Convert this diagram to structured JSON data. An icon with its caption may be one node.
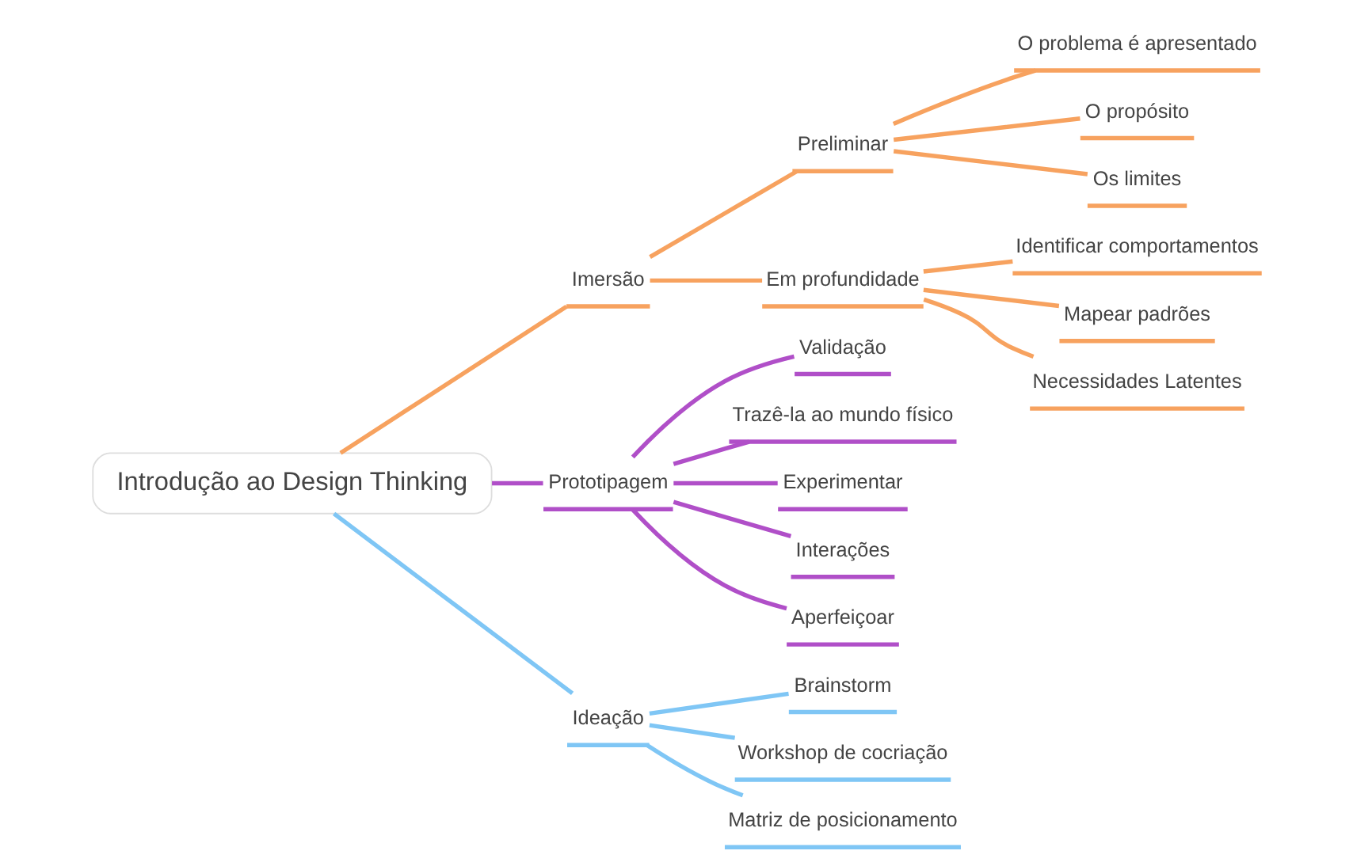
{
  "diagram": {
    "nodes": [
      {
        "text": [
          "Introdução ao Design Thinking"
        ]
      },
      {
        "text": [
          "Imersão"
        ]
      },
      {
        "text": [
          "Preliminar"
        ]
      },
      {
        "text": [
          "O problema é apresentado"
        ]
      },
      {
        "text": [
          "O propósito"
        ]
      },
      {
        "text": [
          "Os limites"
        ]
      },
      {
        "text": [
          "Em profundidade"
        ]
      },
      {
        "text": [
          "Identificar comportamentos"
        ]
      },
      {
        "text": [
          "Mapear padrões"
        ]
      },
      {
        "text": [
          "Necessidades Latentes"
        ]
      },
      {
        "text": [
          "Prototipagem"
        ]
      },
      {
        "text": [
          "Validação"
        ]
      },
      {
        "text": [
          "Trazê-la ao mundo físico"
        ]
      },
      {
        "text": [
          "Experimentar"
        ]
      },
      {
        "text": [
          "Interações"
        ]
      },
      {
        "text": [
          "Aperfeiçoar"
        ]
      },
      {
        "text": [
          "Ideação"
        ]
      },
      {
        "text": [
          "Brainstorm"
        ]
      },
      {
        "text": [
          "Workshop de cocriação"
        ]
      },
      {
        "text": [
          "Matriz de posicionamento"
        ]
      }
    ],
    "edges": [
      {
        "from": 0,
        "to": 1,
        "arrow": "none"
      },
      {
        "from": 1,
        "to": 2,
        "arrow": "none"
      },
      {
        "from": 2,
        "to": 3,
        "arrow": "none"
      },
      {
        "from": 2,
        "to": 4,
        "arrow": "none"
      },
      {
        "from": 2,
        "to": 5,
        "arrow": "none"
      },
      {
        "from": 1,
        "to": 6,
        "arrow": "none"
      },
      {
        "from": 6,
        "to": 7,
        "arrow": "none"
      },
      {
        "from": 6,
        "to": 8,
        "arrow": "none"
      },
      {
        "from": 6,
        "to": 9,
        "arrow": "none"
      },
      {
        "from": 0,
        "to": 10,
        "arrow": "none",
        "color": "#b04fc8"
      },
      {
        "from": 10,
        "to": 11,
        "arrow": "none",
        "color": "#b04fc8"
      },
      {
        "from": 10,
        "to": 12,
        "arrow": "none",
        "color": "#b04fc8"
      },
      {
        "from": 10,
        "to": 13,
        "arrow": "none",
        "color": "#b04fc8"
      },
      {
        "from": 10,
        "to": 14,
        "arrow": "none",
        "color": "#b04fc8"
      },
      {
        "from": 10,
        "to": 15,
        "arrow": "none",
        "color": "#b04fc8"
      },
      {
        "from": 0,
        "to": 16,
        "arrow": "none",
        "color": "#7fc6f5"
      },
      {
        "from": 16,
        "to": 17,
        "arrow": "none",
        "color": "#7fc6f5"
      },
      {
        "from": 16,
        "to": 18,
        "arrow": "none",
        "color": "#7fc6f5"
      },
      {
        "from": 16,
        "to": 19,
        "arrow": "none",
        "color": "#7fc6f5"
      }
    ]
  }
}
